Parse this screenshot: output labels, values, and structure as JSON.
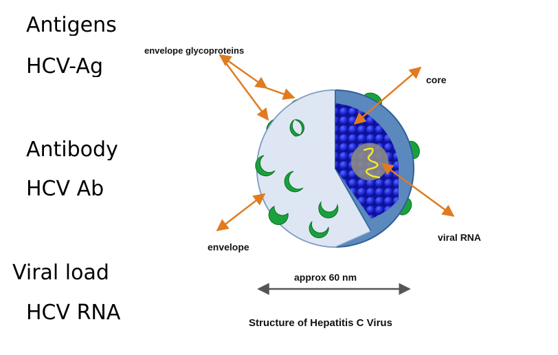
{
  "left_list": [
    {
      "heading": "Antigens",
      "item": "HCV-Ag"
    },
    {
      "heading": "Antibody",
      "item": "HCV Ab"
    },
    {
      "heading": "Viral load",
      "item": "HCV RNA"
    }
  ],
  "diagram": {
    "labels": {
      "envelope_glycoproteins": "envelope glycoproteins",
      "core": "core",
      "envelope": "envelope",
      "viral_rna": "viral RNA",
      "scale": "approx 60 nm"
    },
    "caption": "Structure of Hepatitis C Virus",
    "colors": {
      "arrow": "#e07b20",
      "envelope_fill": "#dde6f2",
      "outer_shell": "#5b88bd",
      "glycoprotein": "#19a23b",
      "core_spheres": "#1c24d6",
      "rna_region": "#8a8a8a",
      "rna_strand": "#f3ea2a"
    }
  }
}
